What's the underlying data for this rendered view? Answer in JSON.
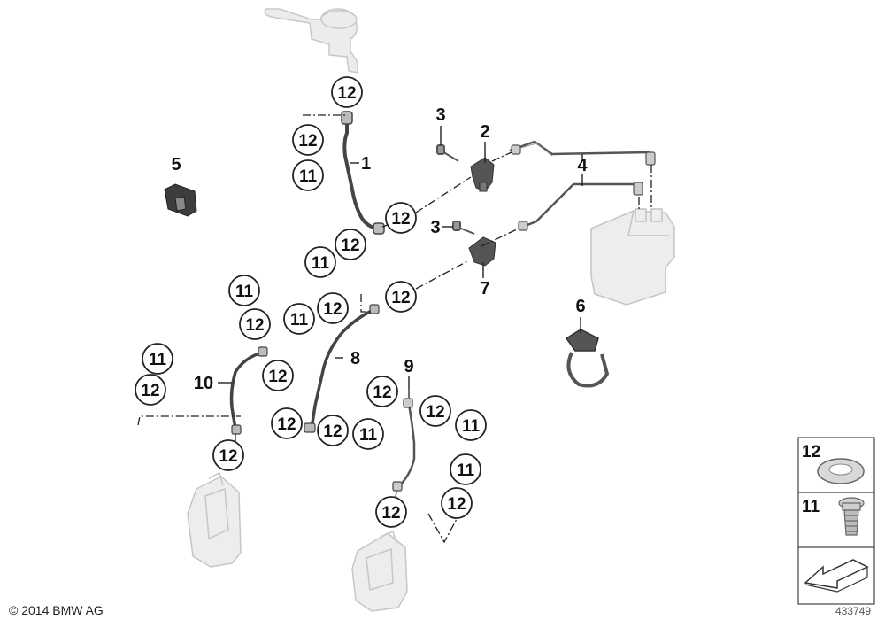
{
  "diagram": {
    "callouts": {
      "c1": "12",
      "c2": "12",
      "c3": "11",
      "c4": "12",
      "c5": "12",
      "c6": "11",
      "c7": "12",
      "c8": "11",
      "c9": "12",
      "c10": "11",
      "c11": "12",
      "c12": "12",
      "c13": "11",
      "c14": "12",
      "c15": "12",
      "c16": "12",
      "c17": "12",
      "c18": "11",
      "c19": "12",
      "c20": "12",
      "c21": "11",
      "c22": "11",
      "c23": "12"
    },
    "labels": {
      "p1": "1",
      "p2": "2",
      "p3a": "3",
      "p3b": "3",
      "p4": "4",
      "p5": "5",
      "p6": "6",
      "p7": "7",
      "p8": "8",
      "p9": "9",
      "p10": "10"
    }
  },
  "legend": {
    "items": [
      {
        "number": "12",
        "part": "seal-ring-icon"
      },
      {
        "number": "11",
        "part": "hollow-bolt-icon"
      }
    ],
    "arrow": "direction-arrow-icon"
  },
  "footer": {
    "copyright": "© 2014 BMW AG",
    "diagram_id": "433749"
  },
  "colors": {
    "line": "#333333",
    "ghost": "#dcdcdc",
    "part": "#555555"
  }
}
